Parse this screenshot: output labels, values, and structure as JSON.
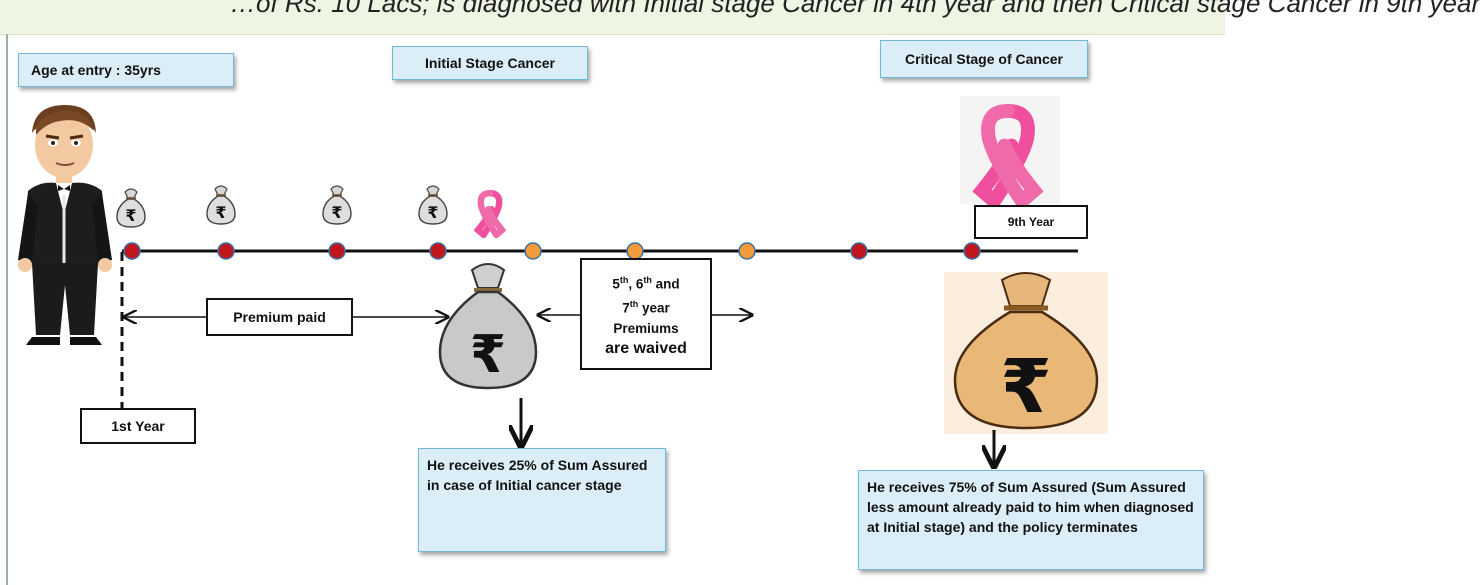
{
  "header": {
    "text": "…of Rs. 10 Lacs; is diagnosed with Initial stage Cancer in 4th year and then Critical stage Cancer in 9th year"
  },
  "labels": {
    "age_at_entry": "Age at entry : 35yrs",
    "initial_stage": "Initial Stage Cancer",
    "critical_stage": "Critical Stage of Cancer",
    "ninth_year": "9th Year",
    "first_year": "1st Year",
    "premium_paid": "Premium paid"
  },
  "waived": {
    "line1_a": "5",
    "line1_a_sup": "th",
    "line1_b": ", 6",
    "line1_b_sup": "th",
    "line1_c": " and",
    "line2_a": "7",
    "line2_a_sup": "th",
    "line2_b": " year",
    "line3": "Premiums",
    "line4": "are waived"
  },
  "notes": {
    "initial_benefit": "He receives 25% of Sum Assured in case of Initial cancer stage",
    "critical_benefit": "He receives 75% of Sum Assured (Sum Assured less amount already paid  to him when diagnosed  at Initial  stage) and the policy terminates"
  },
  "icons": {
    "currency_symbol": "₹",
    "colors": {
      "paid_dot": "#c0161c",
      "waived_dot": "#f39a3a",
      "ribbon": "#ef4f9c",
      "bag_gray": "#c9c9c9",
      "bag_gold": "#e9b877",
      "box_fill": "#dbeef7",
      "box_border": "#6fb8d8"
    }
  }
}
